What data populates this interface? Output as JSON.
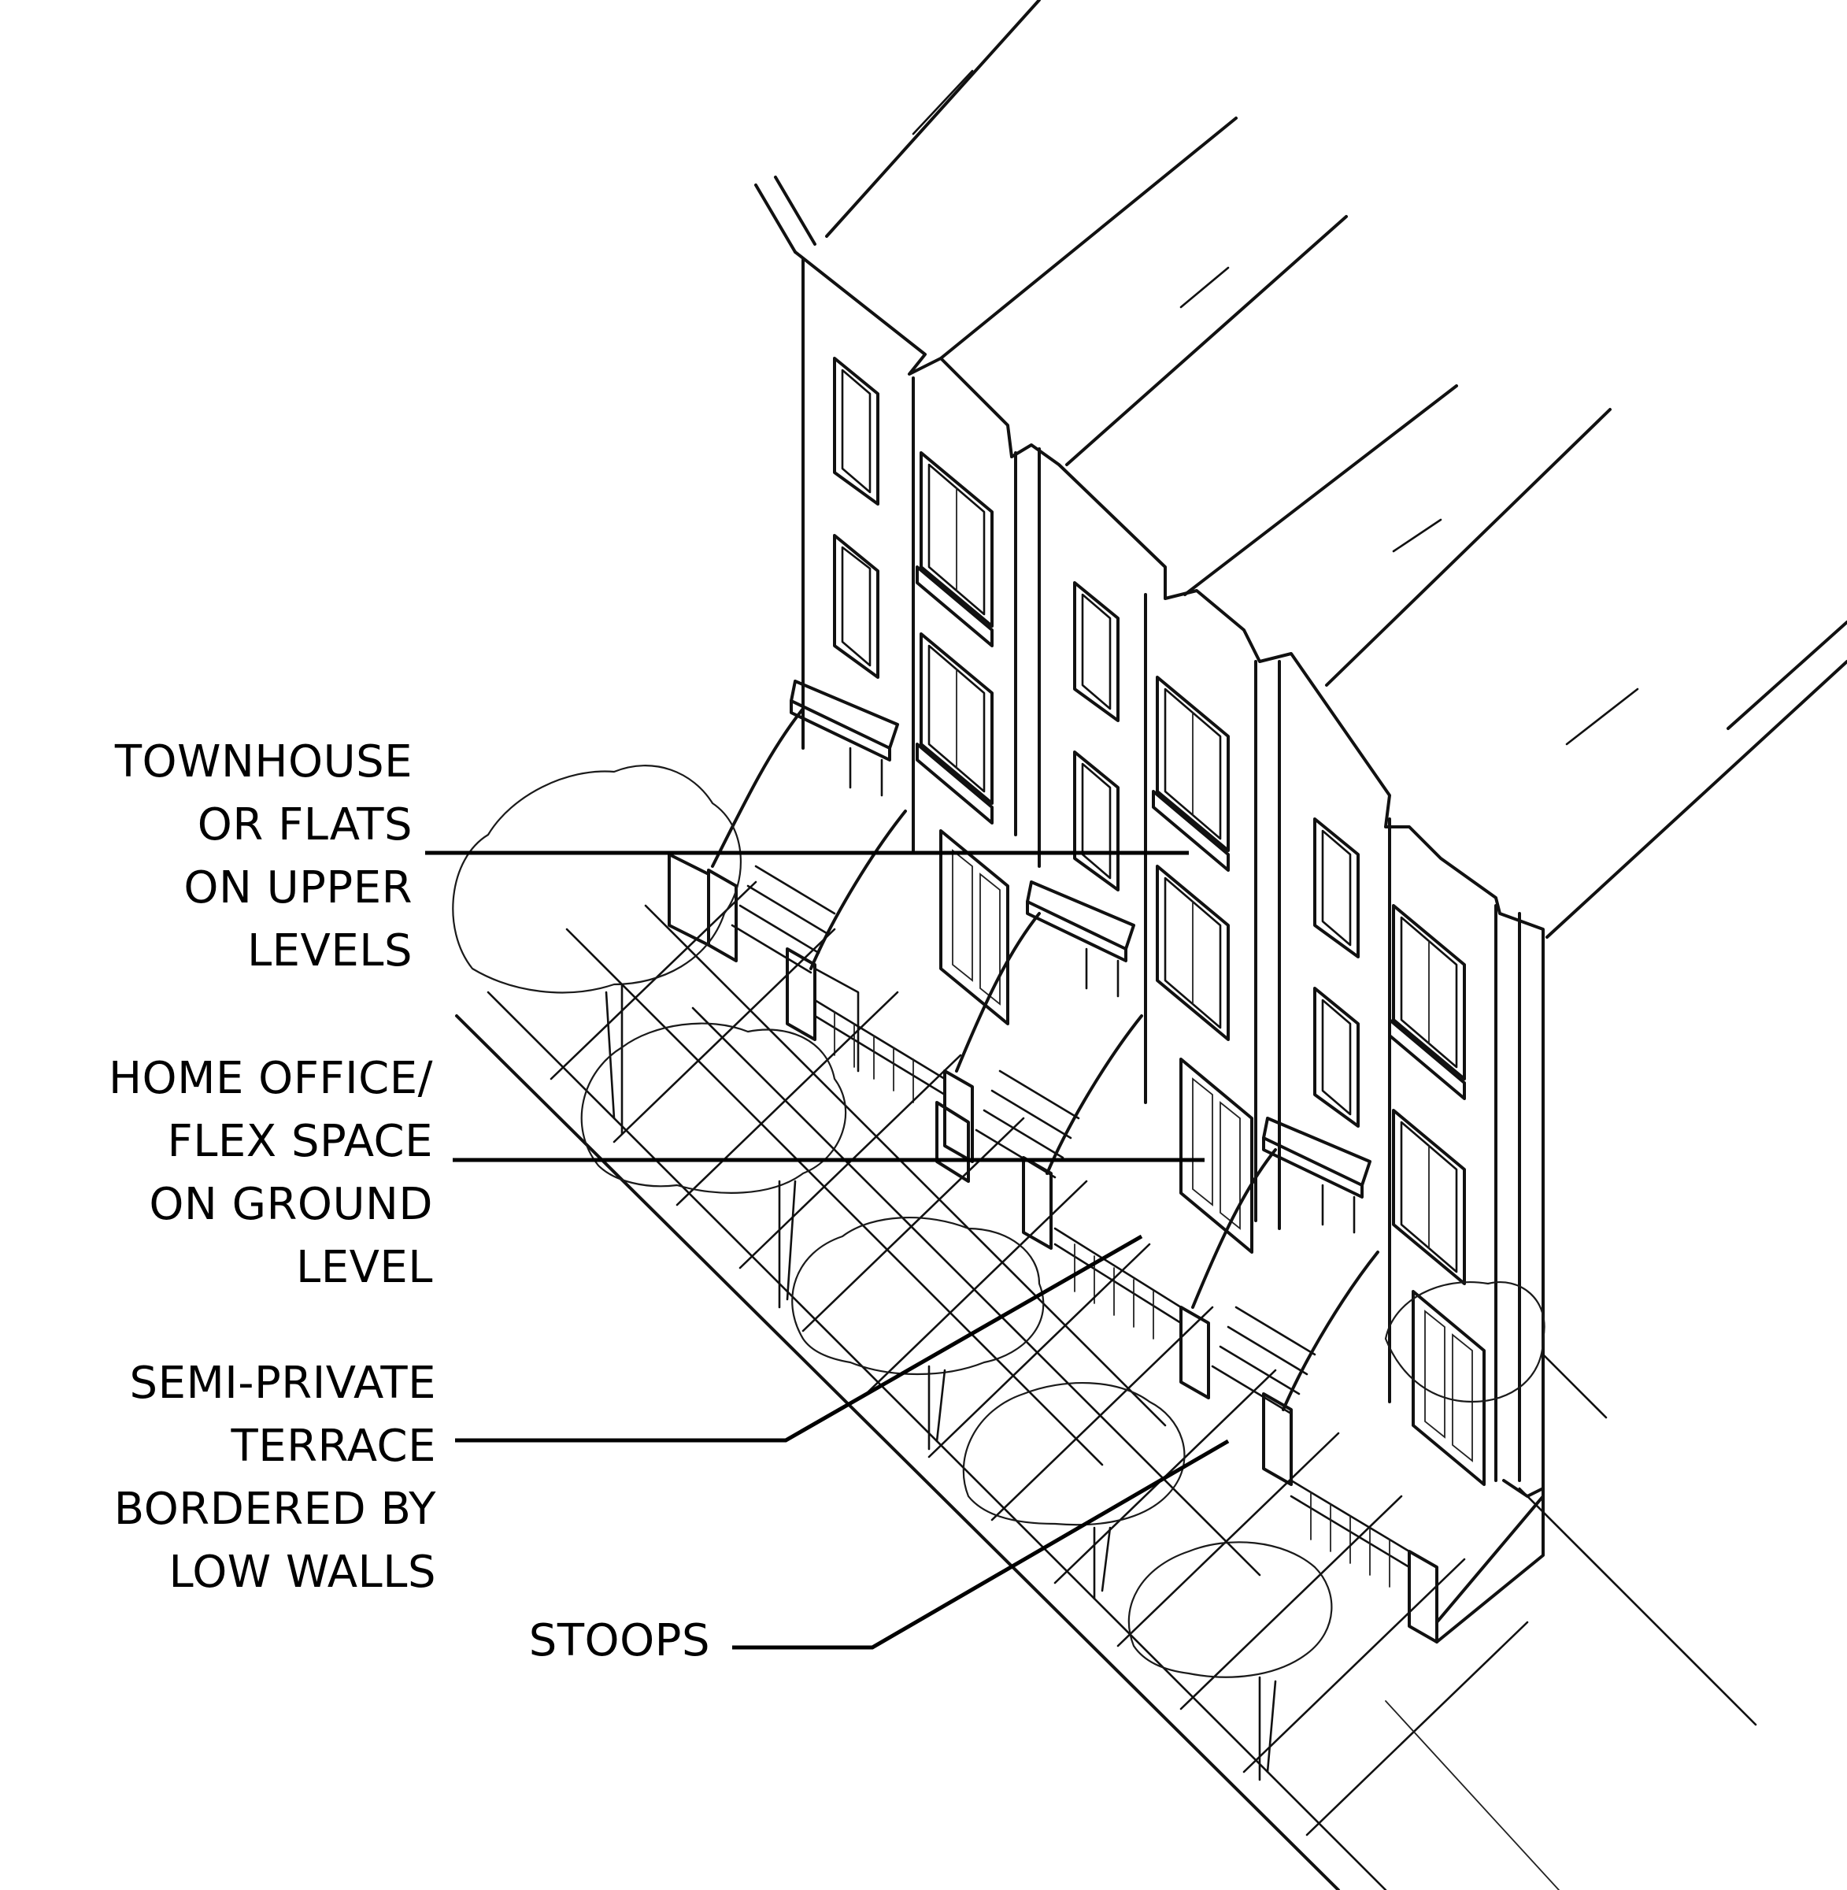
{
  "callouts": {
    "upper_levels": {
      "lines": [
        "TOWNHOUSE",
        "OR FLATS",
        "ON UPPER",
        "LEVELS"
      ]
    },
    "ground_level": {
      "lines": [
        "HOME OFFICE/",
        "FLEX SPACE",
        "ON GROUND",
        "LEVEL"
      ]
    },
    "terrace": {
      "lines": [
        "SEMI-PRIVATE",
        "TERRACE",
        "BORDERED BY",
        "LOW WALLS"
      ]
    },
    "stoops": {
      "lines": [
        "STOOPS"
      ]
    }
  },
  "colors": {
    "ink": "#111111",
    "paper": "#ffffff"
  }
}
